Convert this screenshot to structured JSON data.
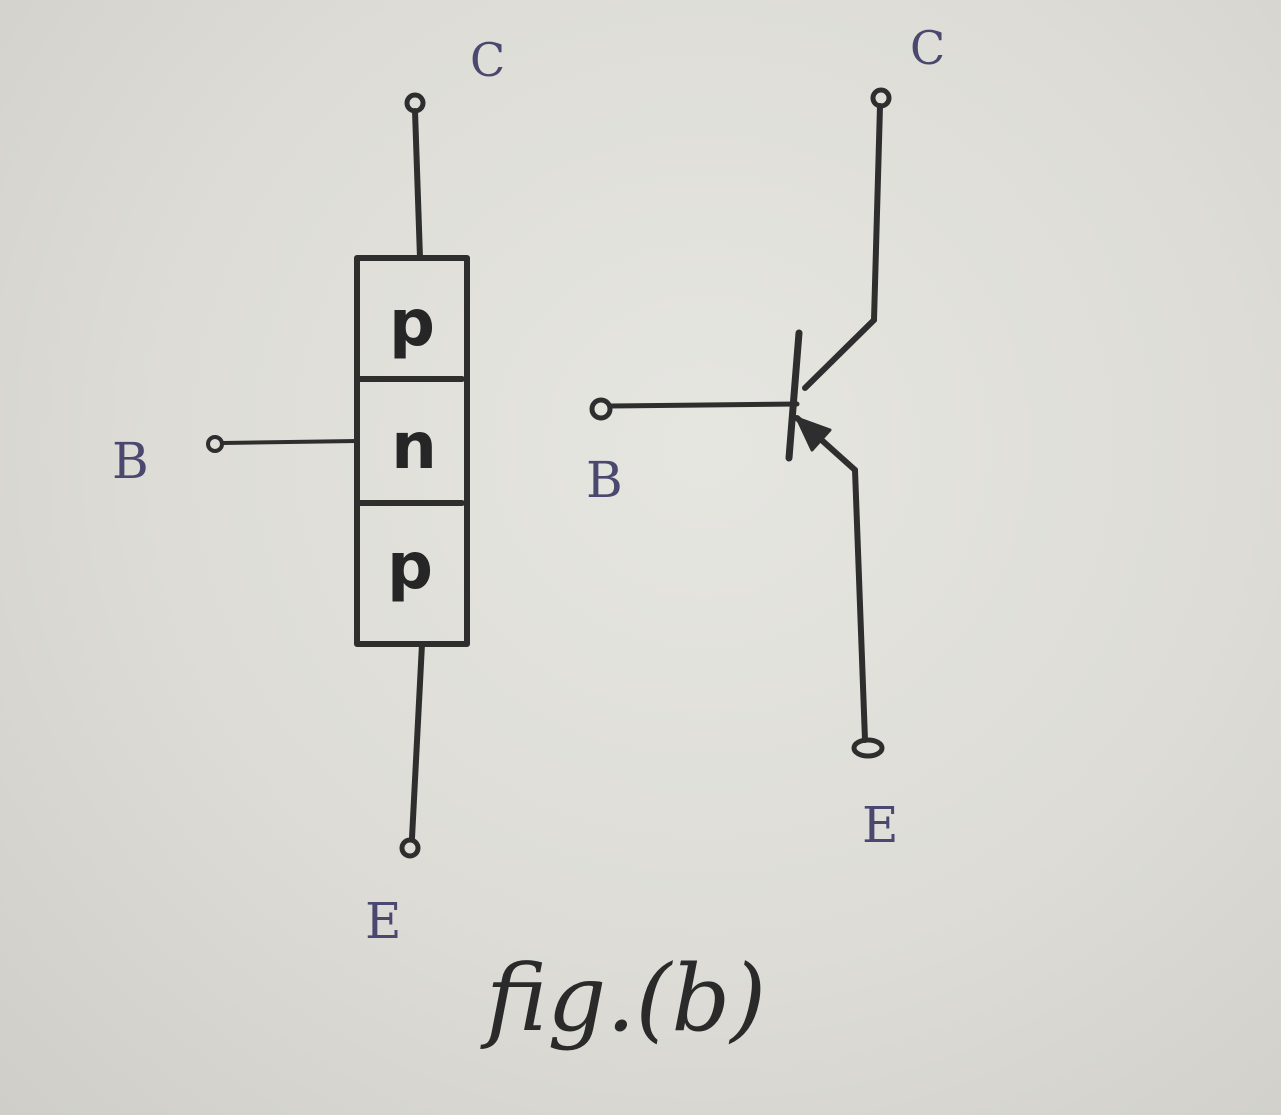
{
  "pn_diagram": {
    "collector_label": "C",
    "base_label": "B",
    "emitter_label": "E",
    "regions": [
      "p",
      "n",
      "p"
    ]
  },
  "symbol": {
    "collector_label": "C",
    "base_label": "B",
    "emitter_label": "E"
  },
  "caption": "fig.(b)",
  "colors": {
    "ink": "#2e2e2e",
    "label_ink": "#4b4870",
    "paper": "#e2e2dd"
  }
}
